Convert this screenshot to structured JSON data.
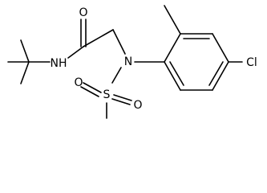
{
  "structure": {
    "atoms": [
      {
        "id": "O1",
        "label": "O"
      },
      {
        "id": "N1",
        "label": "NH"
      },
      {
        "id": "N2",
        "label": "N"
      },
      {
        "id": "S1",
        "label": "S"
      },
      {
        "id": "O2",
        "label": "O"
      },
      {
        "id": "O3",
        "label": "O"
      },
      {
        "id": "Cl1",
        "label": "Cl"
      }
    ]
  }
}
